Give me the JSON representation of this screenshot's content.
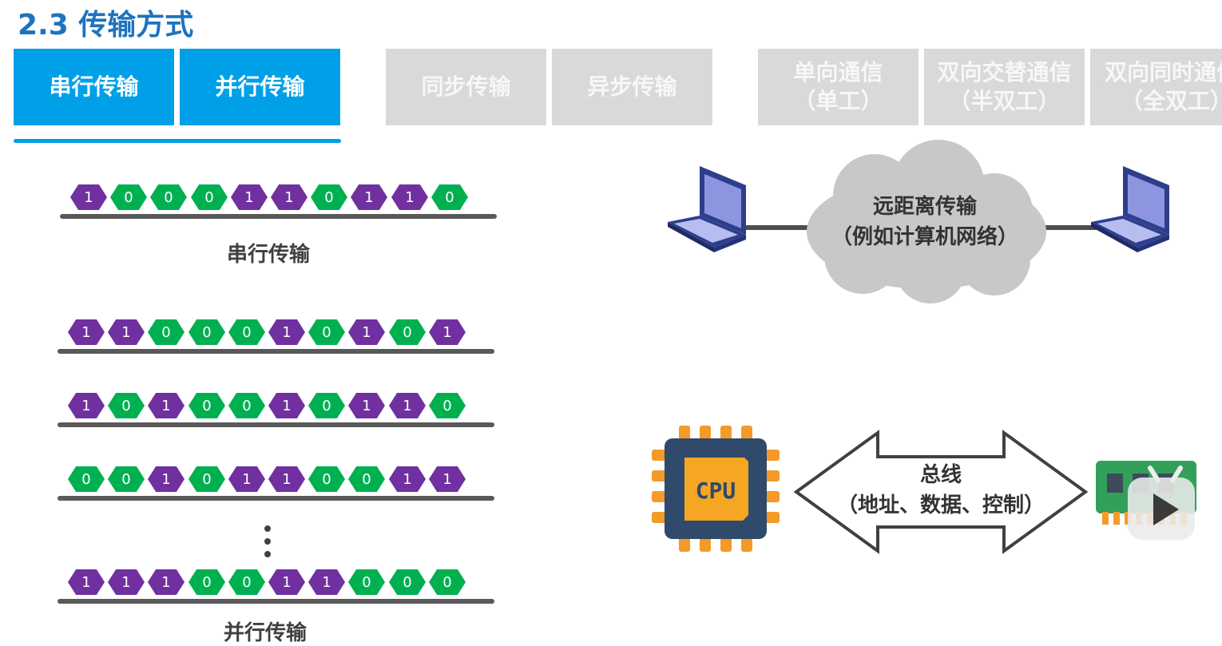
{
  "header": {
    "title": "2.3 传输方式"
  },
  "tabs": [
    {
      "label": "串行传输",
      "sub": "",
      "state": "active"
    },
    {
      "label": "并行传输",
      "sub": "",
      "state": "active"
    },
    {
      "label": "同步传输",
      "sub": "",
      "state": "inactive"
    },
    {
      "label": "异步传输",
      "sub": "",
      "state": "inactive"
    },
    {
      "label": "单向通信",
      "sub": "（单工）",
      "state": "inactive"
    },
    {
      "label": "双向交替通信",
      "sub": "（半双工）",
      "state": "inactive"
    },
    {
      "label": "双向同时通信",
      "sub": "（全双工）",
      "state": "inactive"
    }
  ],
  "serial": {
    "caption": "串行传输",
    "bits": [
      "1",
      "0",
      "0",
      "0",
      "1",
      "1",
      "0",
      "1",
      "1",
      "0"
    ]
  },
  "parallel": {
    "caption": "并行传输",
    "rows": [
      [
        "1",
        "1",
        "0",
        "0",
        "0",
        "1",
        "0",
        "1",
        "0",
        "1"
      ],
      [
        "1",
        "0",
        "1",
        "0",
        "0",
        "1",
        "0",
        "1",
        "1",
        "0"
      ],
      [
        "0",
        "0",
        "1",
        "0",
        "1",
        "1",
        "0",
        "0",
        "1",
        "1"
      ],
      [
        "1",
        "1",
        "1",
        "0",
        "0",
        "1",
        "1",
        "0",
        "0",
        "0"
      ]
    ]
  },
  "network": {
    "line1": "远距离传输",
    "line2": "（例如计算机网络）"
  },
  "bus": {
    "line1": "总线",
    "line2": "（地址、数据、控制）",
    "cpu_label": "CPU"
  },
  "colors": {
    "accent": "#00a0e9",
    "bit_one": "#7030a0",
    "bit_zero": "#00b050",
    "title": "#1e73be"
  }
}
